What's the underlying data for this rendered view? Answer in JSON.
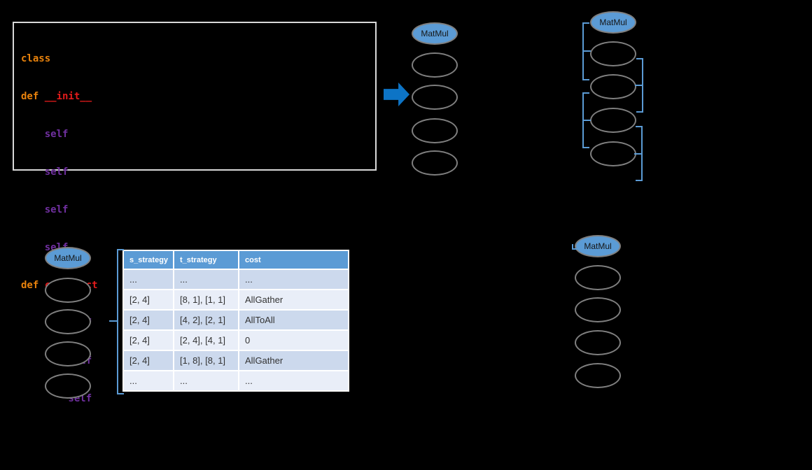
{
  "colors": {
    "background": "#000000",
    "node_outline": "#7f7f7f",
    "matmul_fill": "#5b9bd5",
    "bracket_blue": "#5b9bd5",
    "arrow_blue": "#0d74c6",
    "code_keyword_orange": "#e8820c",
    "code_name_red": "#e21b1b",
    "code_self_purple": "#7030a0",
    "code_box_border": "#d9d9d9",
    "table_header_bg": "#5b9bd5",
    "table_row_dark": "#ccd9ed",
    "table_row_light": "#e9eef8"
  },
  "code": {
    "lines": [
      {
        "t1": "class"
      },
      {
        "t1": "def ",
        "t2": "__init__"
      },
      {
        "t3": "    self"
      },
      {
        "t3": "    self"
      },
      {
        "t3": "    self"
      },
      {
        "t3": "    self"
      },
      {
        "t1": "def ",
        "t2": "construct"
      },
      {
        "t3": "        self"
      },
      {
        "t3": "        self"
      },
      {
        "t3": "        self"
      }
    ]
  },
  "graphs": {
    "top_center": {
      "label": "MatMul"
    },
    "top_right": {
      "label": "MatMul"
    },
    "bottom_left": {
      "label": "MatMul"
    },
    "bottom_right": {
      "label": "MatMul"
    }
  },
  "table": {
    "headers": [
      "s_strategy",
      "t_strategy",
      "cost"
    ],
    "rows": [
      [
        "...",
        "...",
        "..."
      ],
      [
        "[2, 4]",
        "[8, 1], [1, 1]",
        "AllGather"
      ],
      [
        "[2, 4]",
        "[4, 2], [2, 1]",
        "AllToAll"
      ],
      [
        "[2, 4]",
        "[2, 4], [4, 1]",
        "0"
      ],
      [
        "[2, 4]",
        "[1, 8], [8, 1]",
        "AllGather"
      ],
      [
        "...",
        "...",
        "..."
      ]
    ]
  }
}
